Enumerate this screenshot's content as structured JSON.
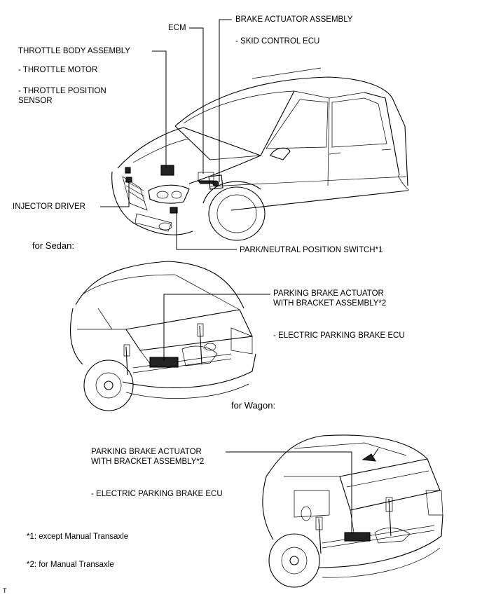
{
  "labels": {
    "ecm": "ECM",
    "brake_actuator": "BRAKE ACTUATOR ASSEMBLY",
    "skid_control_ecu": "- SKID CONTROL ECU",
    "throttle_body": "THROTTLE BODY ASSEMBLY",
    "throttle_motor": "- THROTTLE MOTOR",
    "throttle_position_1": "- THROTTLE POSITION",
    "throttle_position_2": "SENSOR",
    "injector_driver": "INJECTOR DRIVER",
    "park_neutral": "PARK/NEUTRAL POSITION SWITCH*1",
    "pba_sedan_1": "PARKING BRAKE ACTUATOR",
    "pba_sedan_2": "WITH BRACKET ASSEMBLY*2",
    "epb_ecu_sedan": "- ELECTRIC PARKING BRAKE ECU",
    "pba_wagon_1": "PARKING BRAKE ACTUATOR",
    "pba_wagon_2": "WITH BRACKET ASSEMBLY*2",
    "epb_ecu_wagon": "- ELECTRIC PARKING BRAKE ECU"
  },
  "sections": {
    "sedan": "for Sedan:",
    "wagon": "for Wagon:"
  },
  "notes": {
    "note1": "*1: except Manual Transaxle",
    "note2": "*2: for Manual Transaxle"
  },
  "corner_mark": "T"
}
